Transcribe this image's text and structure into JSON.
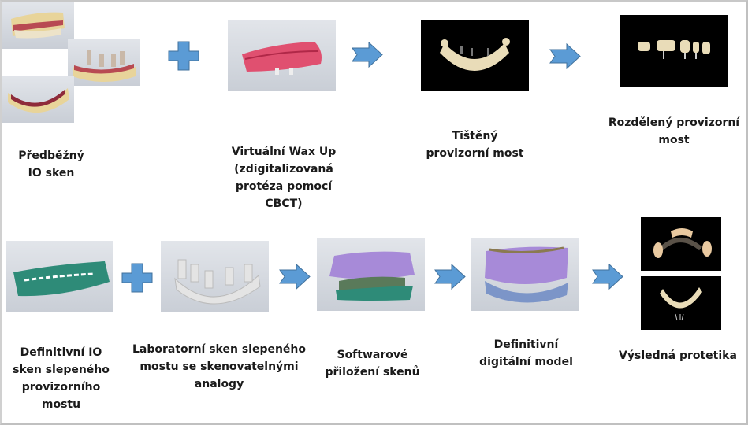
{
  "colors": {
    "connector_fill": "#5b9bd5",
    "connector_stroke": "#41719c",
    "text": "#1a1a1a"
  },
  "top_row": {
    "steps": [
      {
        "label_lines": [
          "Předběžný",
          "IO sken"
        ],
        "image": "preliminary-io-scan-images"
      },
      {
        "label_lines": [
          "Virtuální Wax Up",
          "(zdigitalizovaná",
          "protéza pomocí",
          "CBCT)"
        ],
        "image": "virtual-wax-up-image"
      },
      {
        "label_lines": [
          "Tištěný",
          "provizorní most"
        ],
        "image": "printed-provisional-bridge-image"
      },
      {
        "label_lines": [
          "Rozdělený provizorní",
          "most"
        ],
        "image": "split-provisional-bridge-image"
      }
    ],
    "connectors": [
      "plus-icon",
      "arrow-right-icon",
      "arrow-right-icon"
    ]
  },
  "bottom_row": {
    "steps": [
      {
        "label_lines": [
          "Definitivní IO",
          "sken slepeného",
          "provizorního",
          "mostu"
        ],
        "image": "definitive-io-scan-image"
      },
      {
        "label_lines": [
          "Laboratorní sken slepeného",
          "mostu se skenovatelnými",
          "analogy"
        ],
        "image": "lab-scan-image"
      },
      {
        "label_lines": [
          "Softwarové",
          "přiložení skenů"
        ],
        "image": "software-overlay-image"
      },
      {
        "label_lines": [
          "Definitivní",
          "digitální model"
        ],
        "image": "definitive-digital-model-image"
      },
      {
        "label_lines": [
          "Výsledná protetika"
        ],
        "image": "final-prosthetics-images"
      }
    ],
    "connectors": [
      "plus-icon",
      "arrow-right-icon",
      "arrow-right-icon",
      "arrow-right-icon"
    ]
  }
}
